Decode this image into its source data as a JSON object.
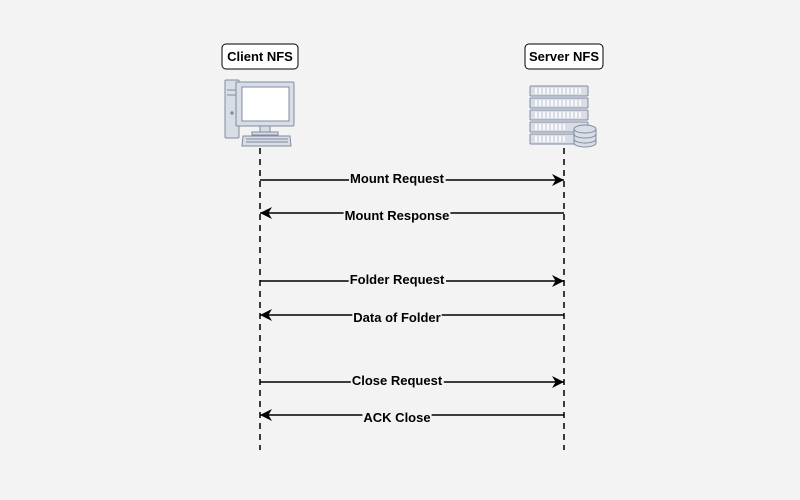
{
  "participants": {
    "client": {
      "label": "Client NFS",
      "icon": "desktop-computer-icon"
    },
    "server": {
      "label": "Server NFS",
      "icon": "server-database-icon"
    }
  },
  "messages": [
    {
      "label": "Mount Request",
      "direction": "client-to-server"
    },
    {
      "label": "Mount Response",
      "direction": "server-to-client"
    },
    {
      "label": "Folder Request",
      "direction": "client-to-server"
    },
    {
      "label": "Data of Folder",
      "direction": "server-to-client"
    },
    {
      "label": "Close Request",
      "direction": "client-to-server"
    },
    {
      "label": "ACK Close",
      "direction": "server-to-client"
    }
  ],
  "colors": {
    "background": "#f3f3f3",
    "line": "#000000",
    "icon_fill": "#d9dde5",
    "icon_stroke": "#7f8ba3"
  }
}
